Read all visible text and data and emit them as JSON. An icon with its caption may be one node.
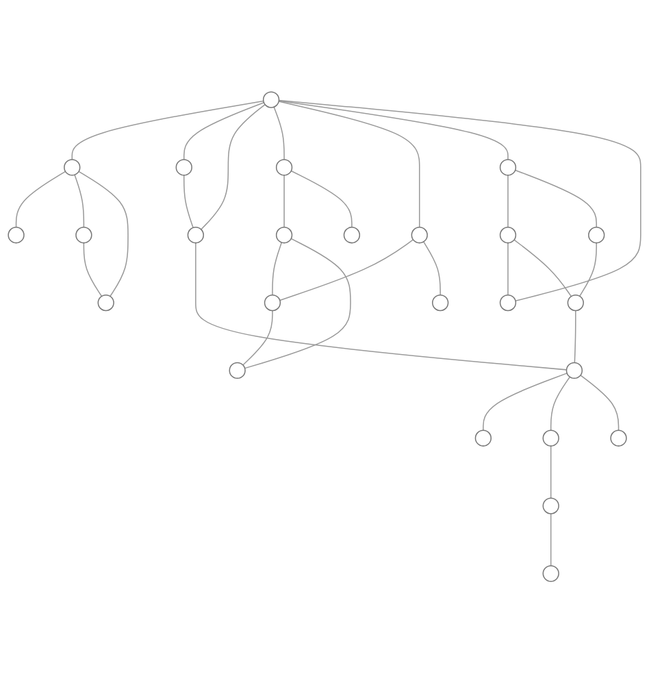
{
  "diagram": {
    "nodes": [
      {
        "text": [],
        "shape": "circle"
      },
      {
        "text": [],
        "shape": "circle"
      },
      {
        "text": [],
        "shape": "circle"
      },
      {
        "text": [],
        "shape": "circle"
      },
      {
        "text": [],
        "shape": "circle"
      },
      {
        "text": [],
        "shape": "circle"
      },
      {
        "text": [],
        "shape": "circle"
      },
      {
        "text": [],
        "shape": "circle"
      },
      {
        "text": [],
        "shape": "circle"
      },
      {
        "text": [],
        "shape": "circle"
      },
      {
        "text": [],
        "shape": "circle"
      },
      {
        "text": [],
        "shape": "circle"
      },
      {
        "text": [],
        "shape": "circle"
      },
      {
        "text": [],
        "shape": "circle"
      },
      {
        "text": [],
        "shape": "circle"
      },
      {
        "text": [],
        "shape": "circle"
      },
      {
        "text": [],
        "shape": "circle"
      },
      {
        "text": [],
        "shape": "circle"
      },
      {
        "text": [],
        "shape": "circle"
      },
      {
        "text": [],
        "shape": "circle"
      },
      {
        "text": [],
        "shape": "circle"
      },
      {
        "text": [],
        "shape": "circle"
      },
      {
        "text": [],
        "shape": "circle"
      },
      {
        "text": [],
        "shape": "circle"
      },
      {
        "text": [],
        "shape": "circle"
      }
    ],
    "edges": [
      {
        "from": 0,
        "to": 1,
        "arrow": "none"
      },
      {
        "from": 0,
        "to": 2,
        "arrow": "none"
      },
      {
        "from": 0,
        "to": 3,
        "arrow": "none"
      },
      {
        "from": 0,
        "to": 8,
        "arrow": "none"
      },
      {
        "from": 1,
        "to": 5,
        "arrow": "none"
      },
      {
        "from": 1,
        "to": 6,
        "arrow": "none"
      },
      {
        "from": 1,
        "to": 7,
        "arrow": "none"
      },
      {
        "from": 2,
        "to": 3,
        "arrow": "none"
      },
      {
        "from": 6,
        "to": 7,
        "arrow": "none"
      },
      {
        "from": 0,
        "to": 9,
        "arrow": "none"
      },
      {
        "from": 8,
        "to": 10,
        "arrow": "none"
      },
      {
        "from": 8,
        "to": 4,
        "arrow": "none"
      },
      {
        "from": 9,
        "to": 11,
        "arrow": "none"
      },
      {
        "from": 9,
        "to": 13,
        "arrow": "none"
      },
      {
        "from": 10,
        "to": 11,
        "arrow": "none"
      },
      {
        "from": 10,
        "to": 12,
        "arrow": "none"
      },
      {
        "from": 11,
        "to": 12,
        "arrow": "none"
      },
      {
        "from": 14,
        "to": 15,
        "arrow": "none"
      },
      {
        "from": 14,
        "to": 17,
        "arrow": "none"
      },
      {
        "from": 15,
        "to": 16,
        "arrow": "none"
      },
      {
        "from": 15,
        "to": 18,
        "arrow": "none"
      },
      {
        "from": 17,
        "to": 18,
        "arrow": "none"
      },
      {
        "from": 18,
        "to": 19,
        "arrow": "none"
      },
      {
        "from": 19,
        "to": 20,
        "arrow": "none"
      },
      {
        "from": 19,
        "to": 21,
        "arrow": "none"
      },
      {
        "from": 21,
        "to": 22,
        "arrow": "none"
      },
      {
        "from": 22,
        "to": 23,
        "arrow": "none"
      },
      {
        "from": 19,
        "to": 24,
        "arrow": "none"
      },
      {
        "from": 0,
        "to": 14,
        "arrow": "none"
      },
      {
        "from": 0,
        "to": 16,
        "arrow": "none"
      },
      {
        "from": 3,
        "to": 19,
        "arrow": "none"
      }
    ]
  }
}
